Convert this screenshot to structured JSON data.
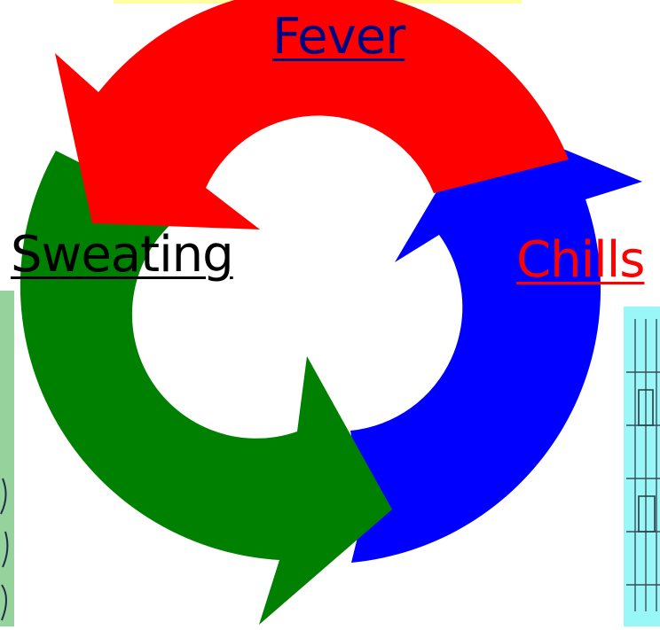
{
  "diagram": {
    "labels": {
      "fever": "Fever",
      "sweating": "Sweating",
      "chills": "Chills"
    },
    "colors": {
      "fever_arrow": "#ff0000",
      "chills_arrow": "#0000ff",
      "sweating_arrow": "#008000",
      "fever_text": "#000080",
      "sweating_text": "#000000",
      "chills_text": "#ff0000",
      "top_banner": "#ffffa0",
      "left_image_bg": "#96d29b",
      "right_image_bg": "#99f7f7"
    }
  }
}
